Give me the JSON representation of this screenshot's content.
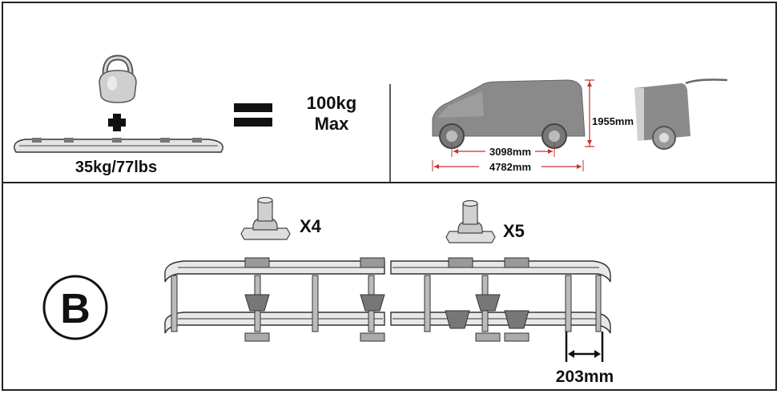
{
  "top": {
    "rack_weight": "35kg/77lbs",
    "max_load_value": "100kg",
    "max_load_word": "Max",
    "vehicle": {
      "height": "1955mm",
      "wheelbase": "3098mm",
      "length": "4782mm"
    }
  },
  "bottom": {
    "badge": "B",
    "feet_left_qty": "X4",
    "feet_right_qty": "X5",
    "overhang": "203mm"
  }
}
